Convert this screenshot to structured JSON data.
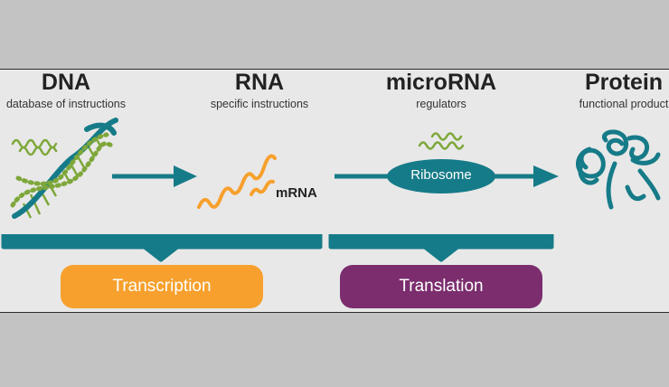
{
  "columns": {
    "dna": {
      "title": "DNA",
      "subtitle": "database of instructions"
    },
    "rna": {
      "title": "RNA",
      "subtitle": "specific instructions"
    },
    "microrna": {
      "title": "microRNA",
      "subtitle": "regulators"
    },
    "protein": {
      "title": "Protein",
      "subtitle": "functional product"
    }
  },
  "labels": {
    "mrna": "mRNA",
    "ribosome": "Ribosome"
  },
  "processes": {
    "transcription": "Transcription",
    "translation": "Translation"
  },
  "colors": {
    "teal": "#167b88",
    "orange": "#f7a02d",
    "green": "#7ea73a",
    "purple": "#7b2d6e",
    "panel": "#e8e8e8",
    "frame": "#c3c3c3"
  }
}
